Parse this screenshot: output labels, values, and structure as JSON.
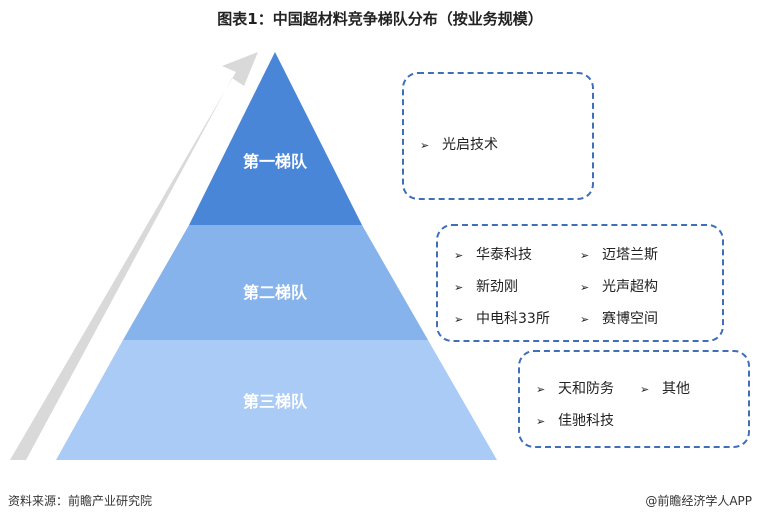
{
  "title": "图表1：中国超材料竞争梯队分布（按业务规模）",
  "tiers": [
    {
      "label": "第一梯队",
      "items": [
        "光启技术"
      ]
    },
    {
      "label": "第二梯队",
      "items": [
        "华泰科技",
        "迈塔兰斯",
        "新劲刚",
        "光声超构",
        "中电科33所",
        "赛博空间"
      ]
    },
    {
      "label": "第三梯队",
      "items": [
        "天和防务",
        "其他",
        "佳驰科技"
      ]
    }
  ],
  "bullet": "➢",
  "footer": {
    "source": "资料来源：前瞻产业研究院",
    "brand": "@前瞻经济学人APP"
  },
  "colors": {
    "tier1": "#4a86d8",
    "tier2": "#86b3ec",
    "tier3": "#a9cbf6",
    "arrow": "#d9d9d9",
    "box_border": "#3f6fb8"
  }
}
